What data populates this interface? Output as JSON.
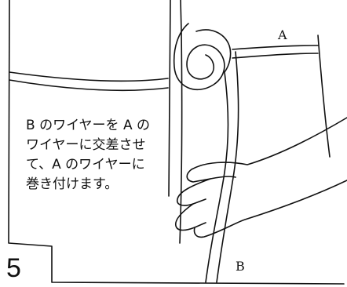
{
  "step_number": "5",
  "labels": {
    "a": "A",
    "b": "B"
  },
  "caption": {
    "lines": [
      "B のワイヤーを A の",
      "ワイヤーに交差させ",
      "て、A のワイヤーに",
      "巻き付けます。"
    ]
  }
}
